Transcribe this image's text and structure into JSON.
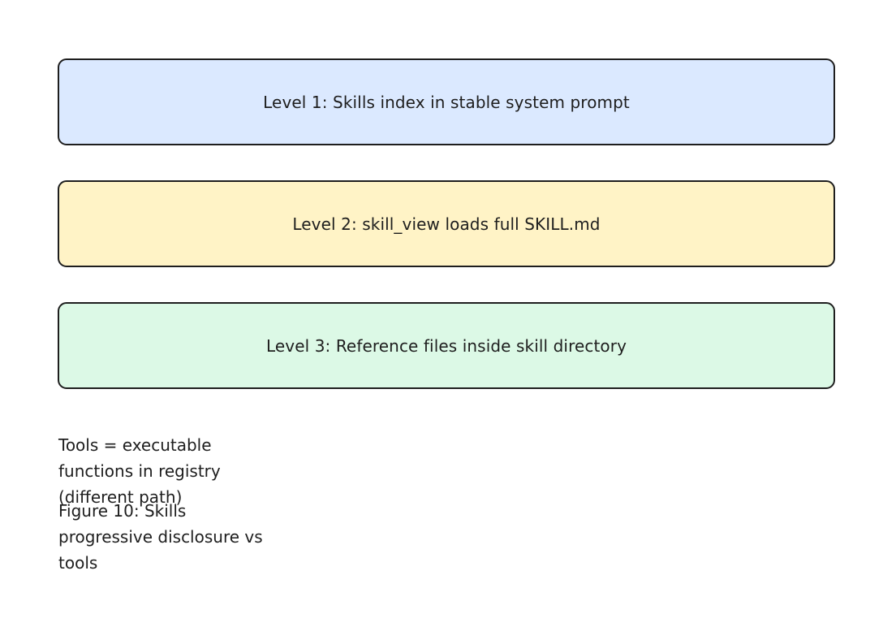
{
  "levels": [
    {
      "label": "Level 1: Skills index in stable system prompt",
      "color": "#dbe9ff"
    },
    {
      "label": "Level 2: skill_view loads full SKILL.md",
      "color": "#fff3c6"
    },
    {
      "label": "Level 3: Reference files inside skill directory",
      "color": "#dcf9e6"
    }
  ],
  "tools_note": "Tools = executable\nfunctions in registry\n(different path)",
  "caption": "Figure 10: Skills\nprogressive disclosure vs\ntools"
}
